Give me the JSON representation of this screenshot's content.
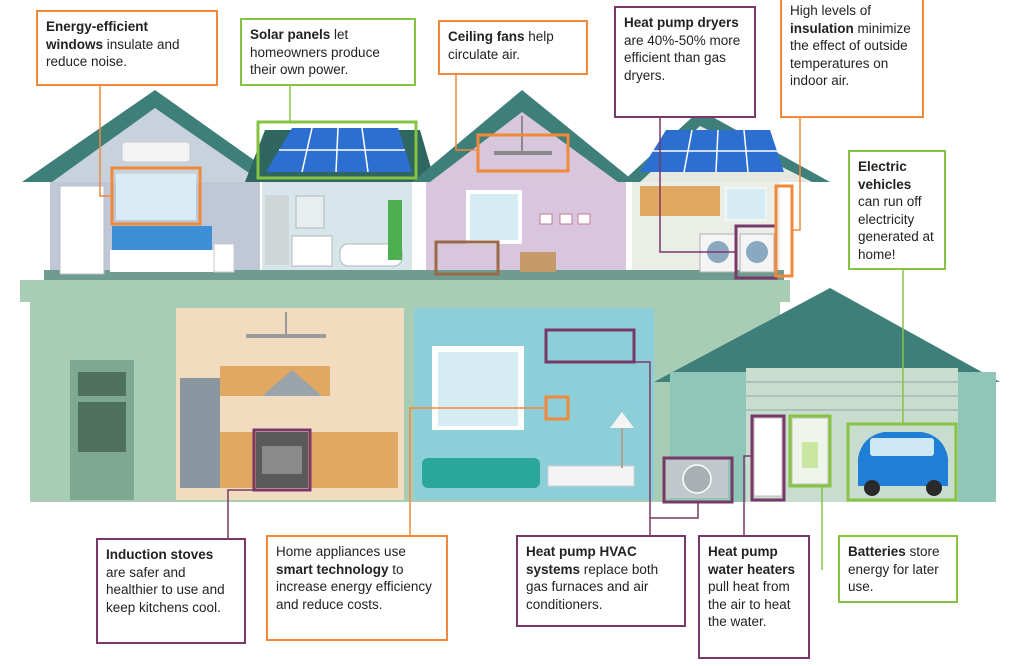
{
  "callouts": {
    "windows": {
      "bold": "Energy-efficient windows",
      "rest": " insulate and reduce noise."
    },
    "solar": {
      "bold": "Solar panels",
      "rest": " let homeowners produce their own power."
    },
    "fans": {
      "bold": "Ceiling fans",
      "rest": " help circulate air."
    },
    "dryers": {
      "bold": "Heat pump dryers",
      "rest": " are 40%-50% more efficient than gas dryers."
    },
    "insulation": {
      "pre": "High levels of ",
      "bold": "insulation",
      "rest": " minimize the effect of outside temperatures on indoor air."
    },
    "ev": {
      "bold": "Electric vehicles",
      "rest": " can run off electricity generated at home!"
    },
    "stoves": {
      "bold": "Induction stoves",
      "rest": " are safer and healthier to use and keep kitchens cool."
    },
    "smart": {
      "pre": "Home appliances use ",
      "bold": "smart technology",
      "rest": " to increase energy efficiency and reduce costs."
    },
    "hvac": {
      "bold": "Heat pump HVAC systems",
      "rest": " replace both gas furnaces and air conditioners."
    },
    "water": {
      "bold": "Heat pump water heaters",
      "rest": " pull heat from the air to heat the water."
    },
    "batteries": {
      "bold": "Batteries",
      "rest": " store energy for later use."
    }
  },
  "colors": {
    "orange": "#f2883a",
    "green": "#86c340",
    "purple": "#7a3868",
    "roof": "#3f7f7a",
    "wall": "#a8ccb4"
  }
}
